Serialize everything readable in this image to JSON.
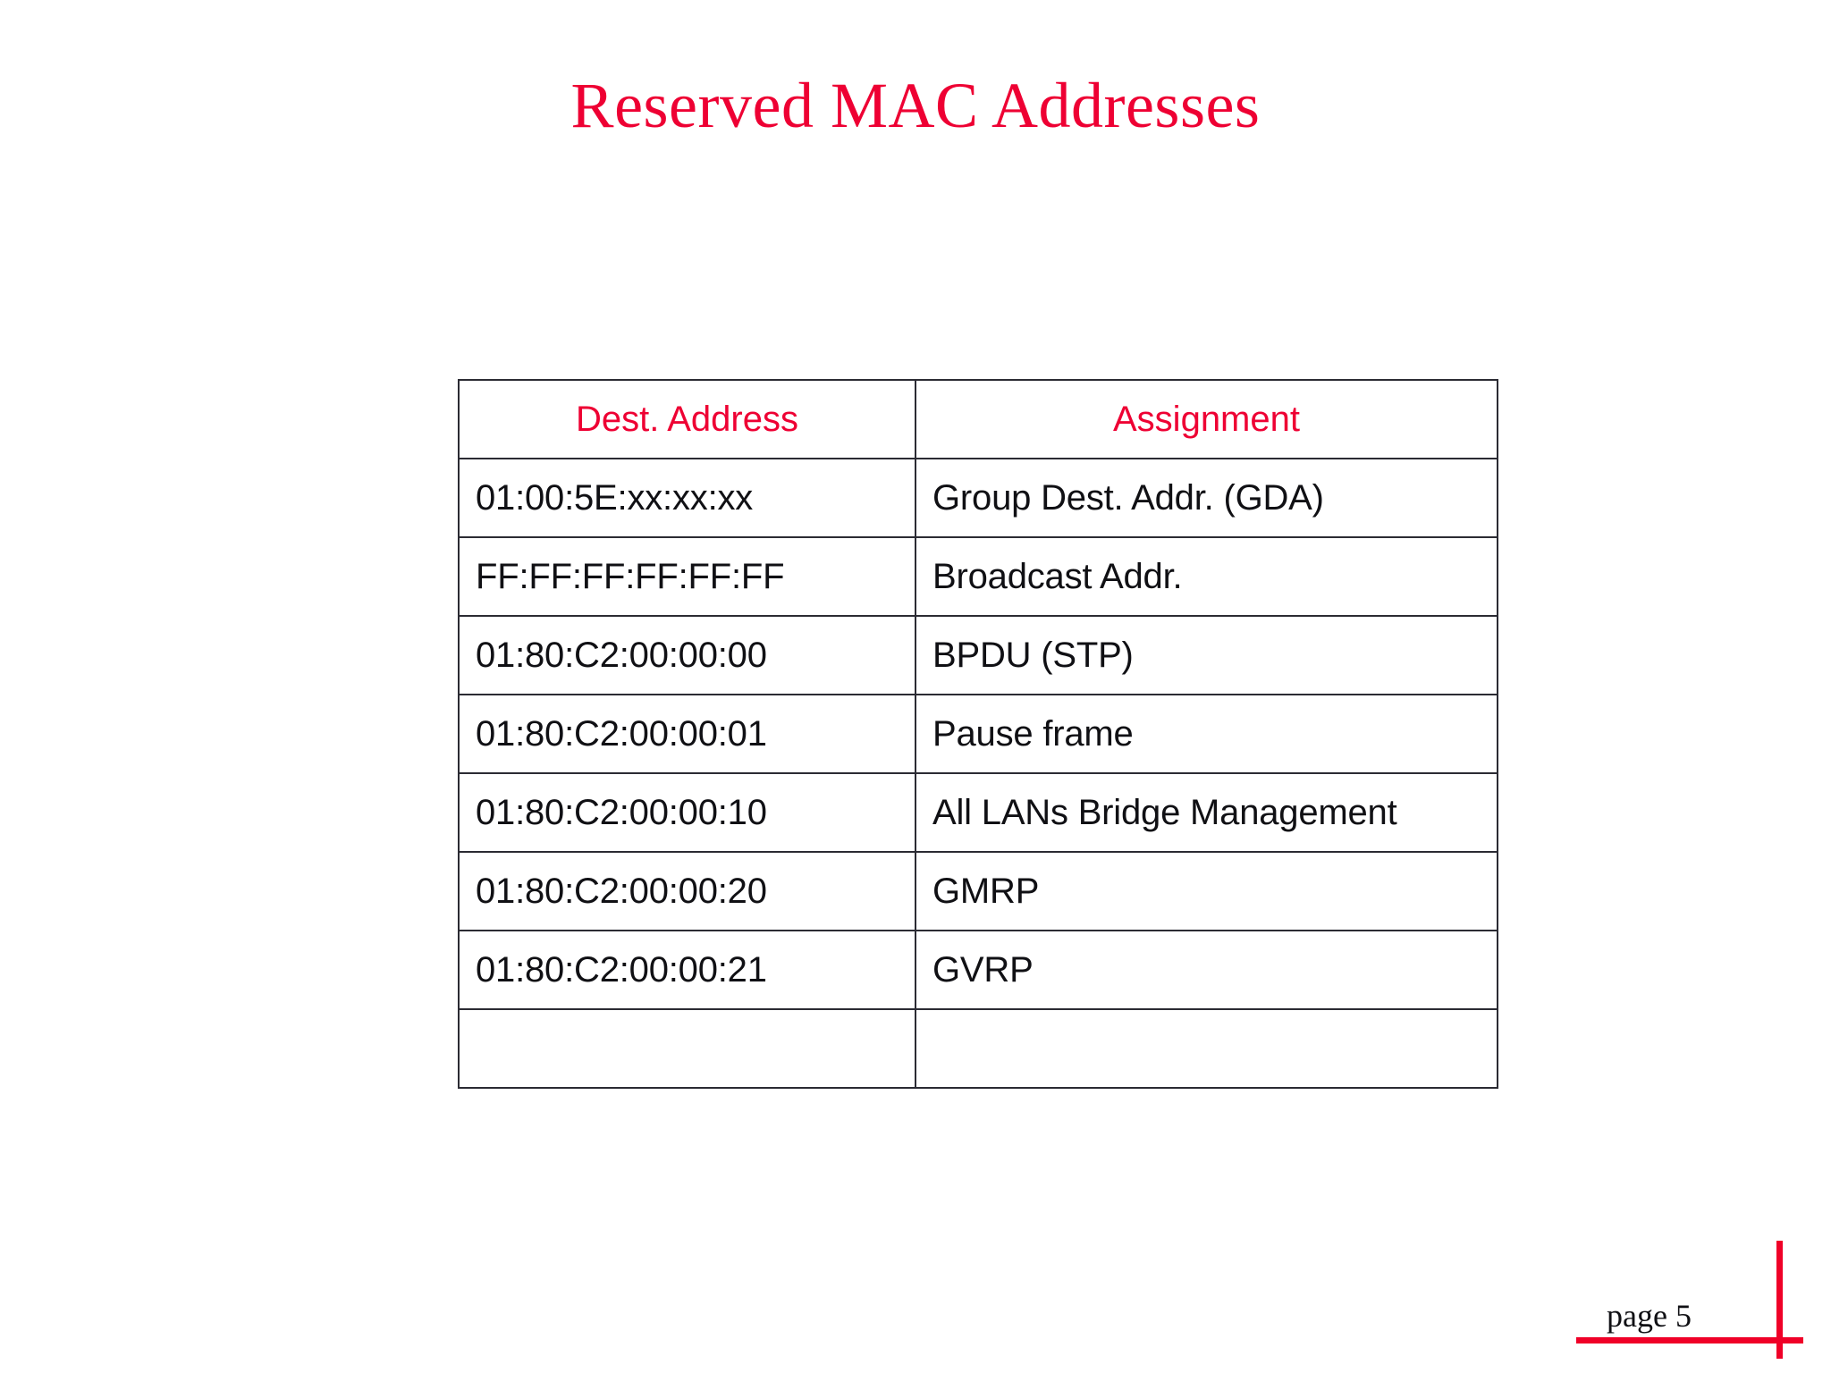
{
  "slide": {
    "title": "Reserved MAC Addresses",
    "title_color": "#ee0033",
    "background_color": "#ffffff"
  },
  "table": {
    "columns": [
      {
        "key": "address",
        "header": "Dest. Address"
      },
      {
        "key": "assignment",
        "header": "Assignment"
      }
    ],
    "header_color": "#ee0033",
    "body_color": "#101014",
    "border_color": "#2b2b33",
    "rows": [
      {
        "address": "01:00:5E:xx:xx:xx",
        "assignment": "Group Dest. Addr. (GDA)"
      },
      {
        "address": "FF:FF:FF:FF:FF:FF",
        "assignment": "Broadcast Addr."
      },
      {
        "address": "01:80:C2:00:00:00",
        "assignment": "BPDU (STP)"
      },
      {
        "address": "01:80:C2:00:00:01",
        "assignment": "Pause frame"
      },
      {
        "address": "01:80:C2:00:00:10",
        "assignment": "All LANs Bridge Management"
      },
      {
        "address": "01:80:C2:00:00:20",
        "assignment": "GMRP"
      },
      {
        "address": "01:80:C2:00:00:21",
        "assignment": "GVRP"
      },
      {
        "address": "",
        "assignment": ""
      }
    ]
  },
  "footer": {
    "page_label": "page 5",
    "rule_color": "#f00028"
  }
}
